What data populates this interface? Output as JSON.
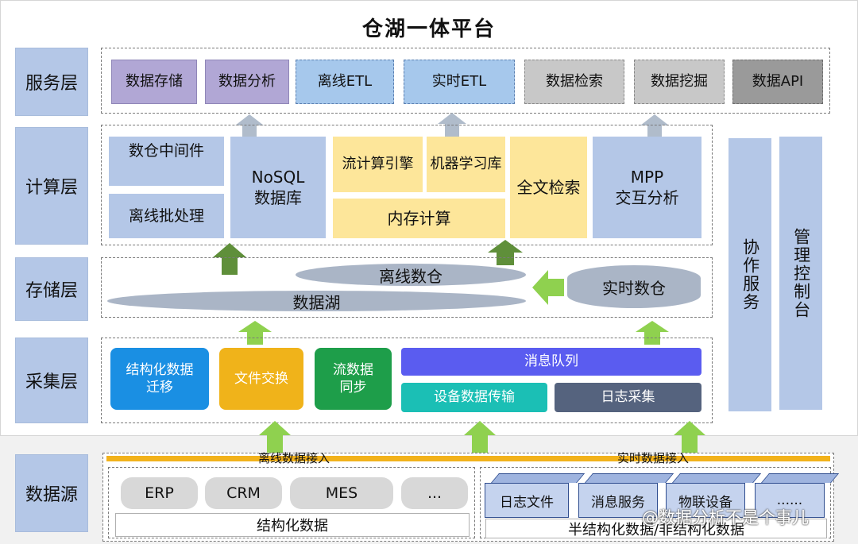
{
  "title": "仓湖一体平台",
  "layers": {
    "service": "服务层",
    "compute": "计算层",
    "storage": "存储层",
    "ingest": "采集层",
    "source": "数据源"
  },
  "service": [
    "数据存储",
    "数据分析",
    "离线ETL",
    "实时ETL",
    "数据检索",
    "数据挖掘",
    "数据API"
  ],
  "compute": {
    "middleware": "数仓中间件",
    "batch": "离线批处理",
    "nosql": "NoSQL\n数据库",
    "stream": "流计算引擎",
    "ml": "机器学习库",
    "memory": "内存计算",
    "fulltext": "全文检索",
    "mpp": "MPP\n交互分析"
  },
  "storage": {
    "offline_dw": "离线数仓",
    "lake": "数据湖",
    "realtime_dw": "实时数仓"
  },
  "ingest": {
    "structured": "结构化数据\n迁移",
    "file": "文件交换",
    "stream": "流数据\n同步",
    "mq": "消息队列",
    "device": "设备数据传输",
    "log": "日志采集"
  },
  "side": {
    "collab": "协作服务",
    "console": "管理控制台"
  },
  "source": {
    "offline_access": "离线数据接入",
    "realtime_access": "实时数据接入",
    "structured_items": [
      "ERP",
      "CRM",
      "MES",
      "..."
    ],
    "structured_label": "结构化数据",
    "unstructured_items": [
      "日志文件",
      "消息服务",
      "物联设备",
      "......"
    ],
    "unstructured_label": "半结构化数据/非结构化数据"
  },
  "watermark": "@数据分析不是个事儿",
  "colors": {
    "arrow_green": "#5f8f3a",
    "arrow_light": "#8fd14f",
    "arrow_gray": "#b0bccb",
    "blue": "#1a8fe3",
    "orange": "#f0b31a",
    "green": "#1e9e4a",
    "indigo": "#5a5cf0",
    "teal": "#1bbfb5",
    "slate": "#55637e",
    "gold": "#f2b21b"
  }
}
